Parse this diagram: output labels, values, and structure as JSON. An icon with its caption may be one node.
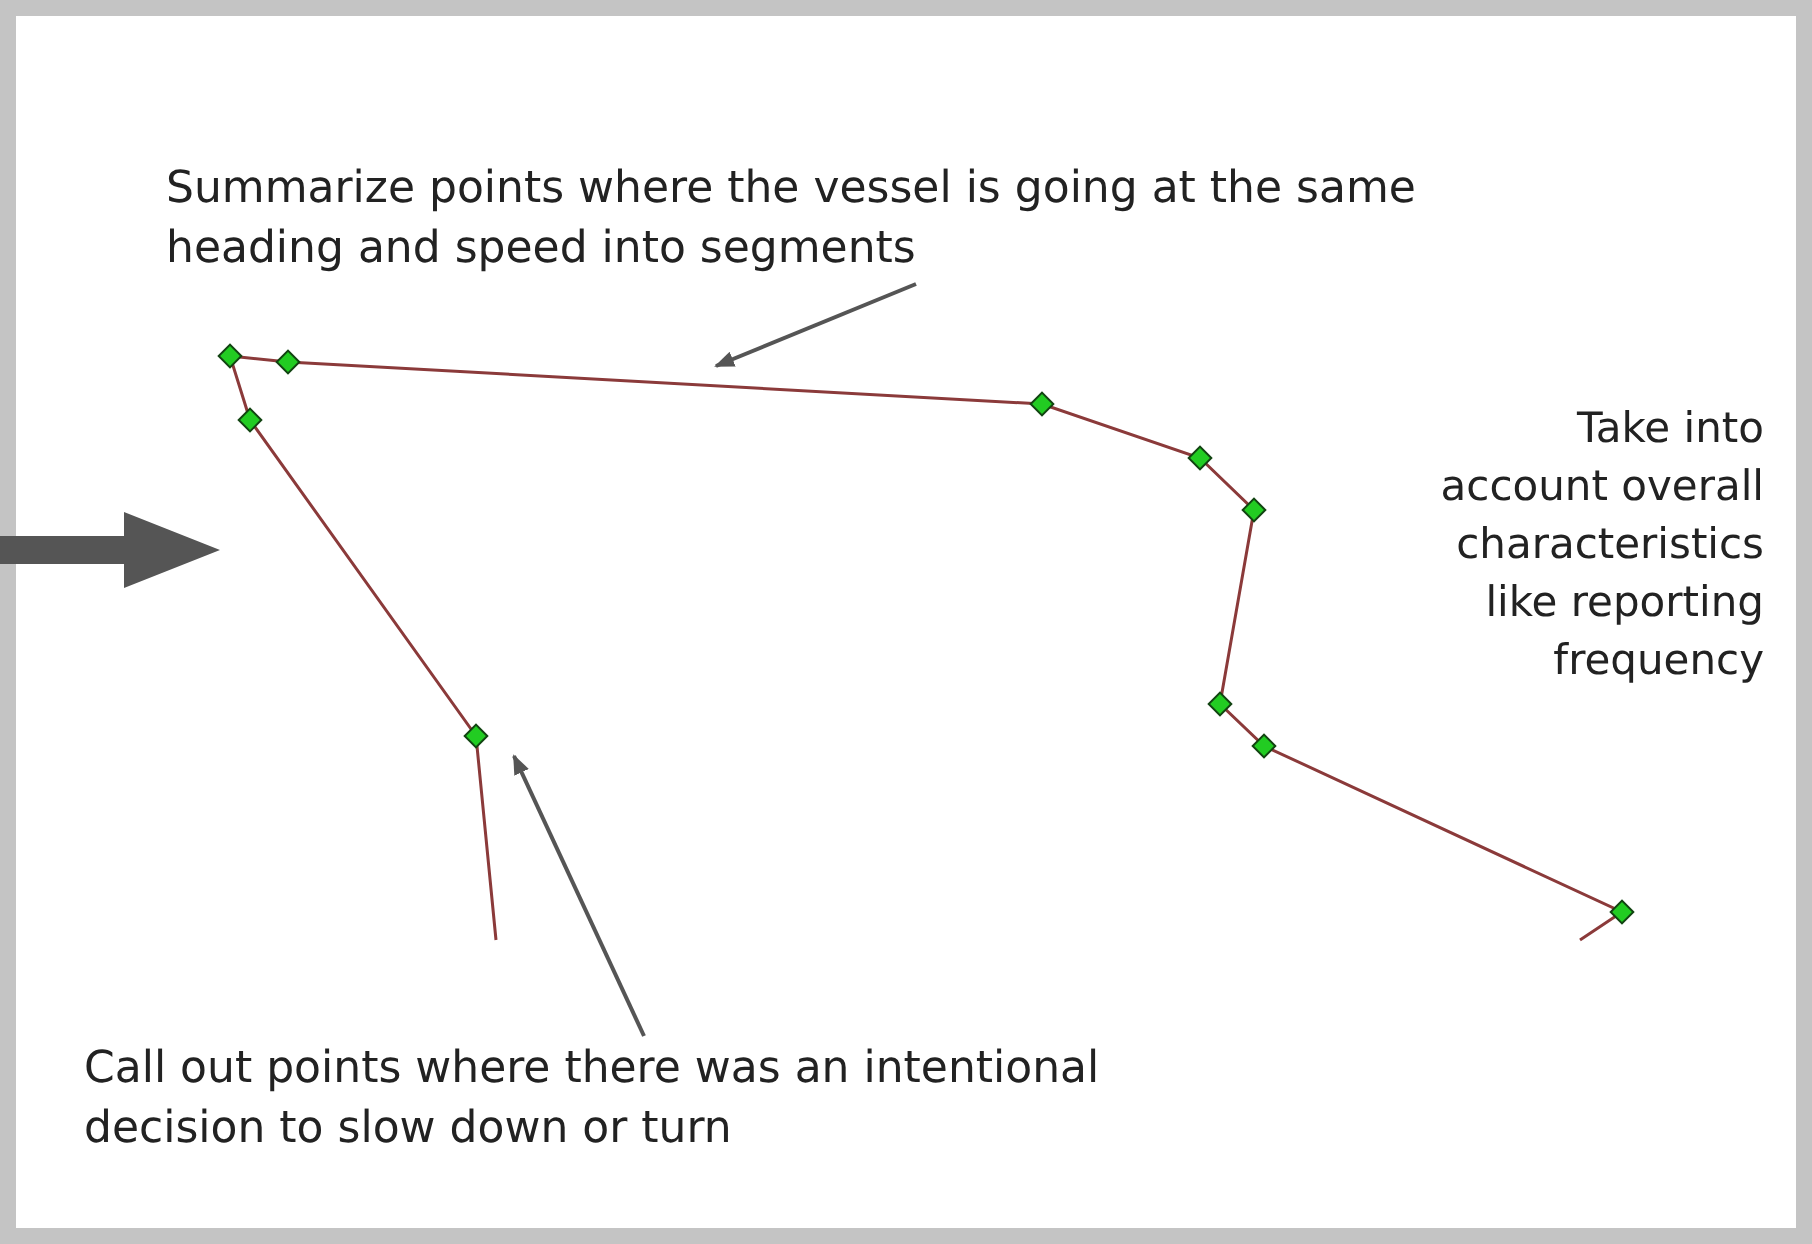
{
  "diagram": {
    "nodes": [
      {
        "text": [
          "Summarize points where the vessel is going at the same heading and speed into segments"
        ]
      },
      {
        "text": [
          "Call out points where there was an intentional decision to slow down or turn"
        ]
      }
    ],
    "edges": [
      {
        "from": 0,
        "to": null,
        "arrow": "to"
      },
      {
        "from": 1,
        "to": null,
        "arrow": "to"
      }
    ],
    "labels": [
      "Take into account overall characteristics like reporting frequency"
    ]
  }
}
